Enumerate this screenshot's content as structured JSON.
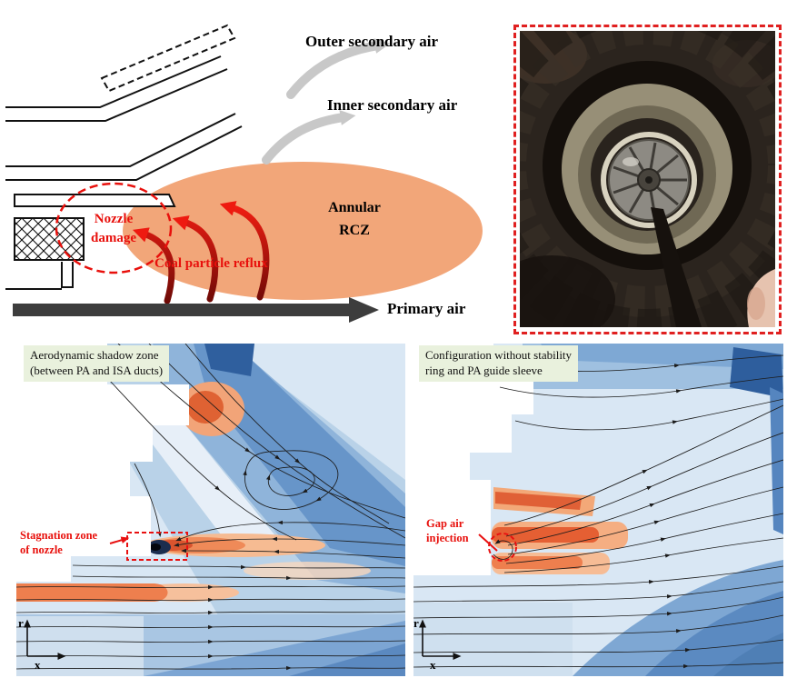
{
  "schematic": {
    "labels": {
      "outer_secondary_air": "Outer secondary air",
      "inner_secondary_air": "Inner secondary air",
      "annular_line1": "Annular",
      "annular_line2": "RCZ",
      "nozzle_damage_line1": "Nozzle",
      "nozzle_damage_line2": "damage",
      "coal_particle_reflux": "Coal particle reflux",
      "primary_air": "Primary air"
    },
    "colors": {
      "rcz_fill": "#F2A679",
      "annotation_red": "#E8100C",
      "secondary_air_arrow": "#C8C8C8",
      "primary_air_arrow": "#3D3D3D"
    }
  },
  "photo": {
    "frame_color": "#E02020"
  },
  "cfd_colors": {
    "caption_bg": "#E9F1DD",
    "annotation_red": "#E81010",
    "contour_blue_dark": "#2F5F9E",
    "contour_blue": "#8FB4DA",
    "contour_blue_light": "#D9E7F4",
    "contour_orange": "#EE7F4E",
    "contour_red": "#D9542E"
  },
  "cfd_left": {
    "caption_line1": "Aerodynamic shadow zone",
    "caption_line2": "(between PA and ISA ducts)",
    "annotation_line1": "Stagnation zone",
    "annotation_line2": "of nozzle",
    "axis_r_label": "r",
    "axis_x_label": "x"
  },
  "cfd_right": {
    "caption_line1": "Configuration without stability",
    "caption_line2": "ring and PA guide sleeve",
    "annotation_line1": "Gap air",
    "annotation_line2": "injection",
    "axis_r_label": "r",
    "axis_x_label": "x"
  }
}
